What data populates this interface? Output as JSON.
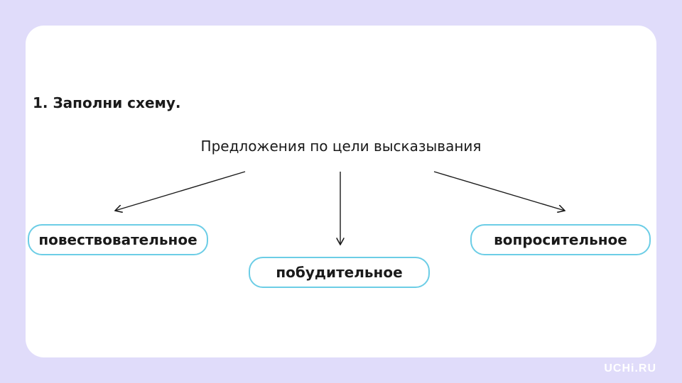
{
  "task": {
    "title": "1. Заполни схему."
  },
  "diagram": {
    "root": "Предложения по цели высказывания",
    "children": [
      "повествовательное",
      "побудительное",
      "вопросительное"
    ]
  },
  "branding": {
    "logo_text": "UCHi.RU"
  },
  "colors": {
    "background": "#e0dcfa",
    "card": "#ffffff",
    "box_border": "#6ccde6",
    "text": "#1a1a1a"
  }
}
